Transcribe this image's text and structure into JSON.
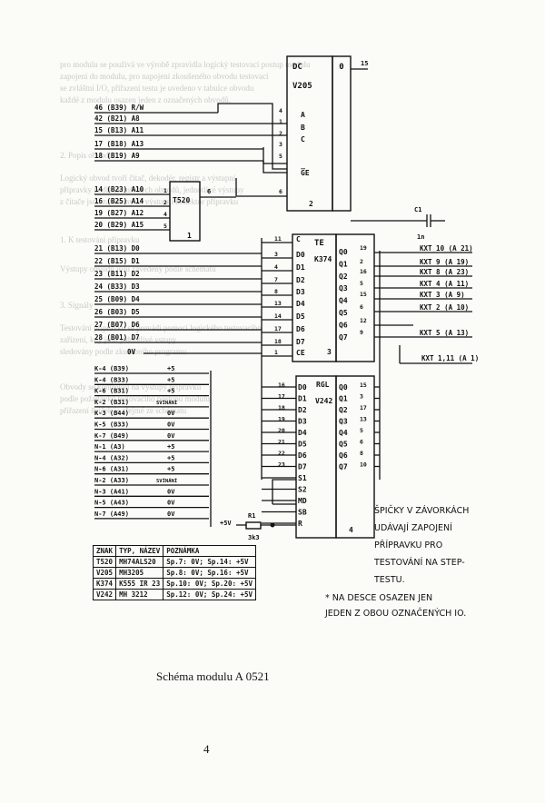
{
  "caption": "Schéma modulu A 0521",
  "page_number": "4",
  "ghost_lines": [
    "pro modulu se používá ve výrobě zpravidla logický testovací postup modulu",
    "zapojení do modulu, pro napojení zkoušeného obvodu testovací",
    "se zvláštní I/O, přiřazení testu je uvedeno v tabulce obvodu",
    "každé z modulu osazen jeden z označených obvodů.",
    "2. Popis obvodu",
    "Logický obvod tvoří čítač, dekodér, registr a výstupní",
    "přípravky podle zkoušených obvodů, jednotlivé výstupy",
    "z čítače jsou zavedeny na výstupní konektor přípravku",
    "1. K testování přípravku",
    "Výstupy obvodů jsou zavedeny podle schématu",
    "3. Signály",
    "Testování přípravku se provádí pomocí logického testovacího",
    "zařízení, kdy jsou jednotlivé vstupy",
    "sledovány podle zkušebního programu",
    "Obvody se kontrolují na výstupy přípravku",
    "podle požadavků testovacího postupu modulu",
    "přiřazení špiček je zřejmé ze schématu"
  ],
  "chips": {
    "v205": {
      "label_top": "DC",
      "label": "V205",
      "pins_in": [
        "A",
        "B",
        "C",
        "G̅E"
      ],
      "pin_out": "0",
      "pin_out_num": "15",
      "inner": "2"
    },
    "t520": {
      "label": "T520",
      "inner": "1",
      "out_pin": "6"
    },
    "k374": {
      "label_top": "TE",
      "label": "K374",
      "inner": "3",
      "d_pins": [
        "C",
        "D0",
        "D1",
        "D2",
        "D3",
        "D4",
        "D5",
        "D6",
        "D7",
        "CE"
      ],
      "q_pins": [
        "Q0",
        "Q1",
        "Q2",
        "Q3",
        "Q4",
        "Q5",
        "Q6",
        "Q7"
      ]
    },
    "v242": {
      "label_top": "RGL",
      "label": "V242",
      "inner": "4",
      "d_pins": [
        "D0",
        "D1",
        "D2",
        "D3",
        "D4",
        "D5",
        "D6",
        "D7",
        "S1",
        "S2",
        "MD",
        "SB",
        "R"
      ],
      "q_pins": [
        "Q0",
        "Q1",
        "Q2",
        "Q3",
        "Q4",
        "Q5",
        "Q6",
        "Q7"
      ]
    }
  },
  "v205_inputs": [
    {
      "net": "46 (B39) R/W",
      "pin": "4"
    },
    {
      "net": "42 (B21) A8",
      "pin": "1"
    },
    {
      "net": "15 (B13) A11",
      "pin": "2"
    },
    {
      "net": "17 (B18) A13",
      "pin": "3"
    },
    {
      "net": "18 (B19) A9",
      "pin": "5"
    }
  ],
  "t520_inputs": [
    {
      "net": "14 (B23) A10",
      "pin": "1"
    },
    {
      "net": "16 (B25) A14",
      "pin": "2"
    },
    {
      "net": "19 (B27) A12",
      "pin": "4"
    },
    {
      "net": "20 (B29) A15",
      "pin": "5"
    }
  ],
  "k374_inputs": [
    {
      "net": "21 (B13) D0"
    },
    {
      "net": "22 (B15) D1"
    },
    {
      "net": "23 (B11) D2"
    },
    {
      "net": "24 (B33) D3"
    },
    {
      "net": "25 (B09) D4"
    },
    {
      "net": "26 (B03) D5"
    },
    {
      "net": "27 (B07) D6"
    },
    {
      "net": "28 (B01) D7"
    },
    {
      "net": "0V"
    }
  ],
  "outputs": [
    {
      "pin": "19",
      "label": "KXT 10 (A 21)"
    },
    {
      "pin": "2",
      "label": "KXT 9 (A 19)"
    },
    {
      "pin": "16",
      "label": "KXT 8 (A 23)"
    },
    {
      "pin": "5",
      "label": "KXT 4 (A 11)"
    },
    {
      "pin": "15",
      "label": "KXT 3 (A 9)"
    },
    {
      "pin": "6",
      "label": "KXT 2 (A 10)"
    },
    {
      "pin": "12",
      "label": ""
    },
    {
      "pin": "9",
      "label": "KXT 5 (A 13)"
    }
  ],
  "kxt_extra": "KXT 1,11 (A 1)",
  "c1": {
    "name": "C1",
    "value": "1n"
  },
  "r1": {
    "name": "R1",
    "value": "3k3",
    "supply": "+5V"
  },
  "power_pins": [
    {
      "net": "K-4 (B39)",
      "val": "+5"
    },
    {
      "net": "K-4 (B33)",
      "val": "+5"
    },
    {
      "net": "K-6 (B31)",
      "val": "+5"
    },
    {
      "net": "K-2 (B31)",
      "val": "SVÍNÁNÍ"
    },
    {
      "net": "K-3 (B44)",
      "val": "0V"
    },
    {
      "net": "K-5 (B33)",
      "val": "0V"
    },
    {
      "net": "K-7 (B49)",
      "val": "0V"
    },
    {
      "net": "N-1 (A3)",
      "val": "+5"
    },
    {
      "net": "N-4 (A32)",
      "val": "+5"
    },
    {
      "net": "N-6 (A31)",
      "val": "+5"
    },
    {
      "net": "N-2 (A33)",
      "val": "SVÍNÁNÍ"
    },
    {
      "net": "N-3 (A41)",
      "val": "0V"
    },
    {
      "net": "N-5 (A43)",
      "val": "0V"
    },
    {
      "net": "N-7 (A49)",
      "val": "0V"
    }
  ],
  "parts_table": {
    "headers": [
      "ZNAK",
      "TYP, NÁZEV",
      "POZNÁMKA"
    ],
    "rows": [
      [
        "T520",
        "MH74ALS20",
        "Sp.7: 0V; Sp.14: +5V"
      ],
      [
        "V205",
        "MH3205",
        "Sp.8: 0V; Sp.16: +5V"
      ],
      [
        "K374",
        "K555 IR 23",
        "Sp.10: 0V; Sp.20: +5V"
      ],
      [
        "V242",
        "MH 3212",
        "Sp.12: 0V; Sp.24: +5V"
      ]
    ]
  },
  "note": [
    "ŠPIČKY V ZÁVORKÁCH",
    "UDÁVAJÍ ZAPOJENÍ",
    "PŘÍPRAVKU PRO",
    "TESTOVÁNÍ NA STEP-",
    "TESTU."
  ],
  "note2": [
    "* NA DESCE OSAZEN JEN",
    "JEDEN Z OBOU OZNAČENÝCH IO."
  ]
}
